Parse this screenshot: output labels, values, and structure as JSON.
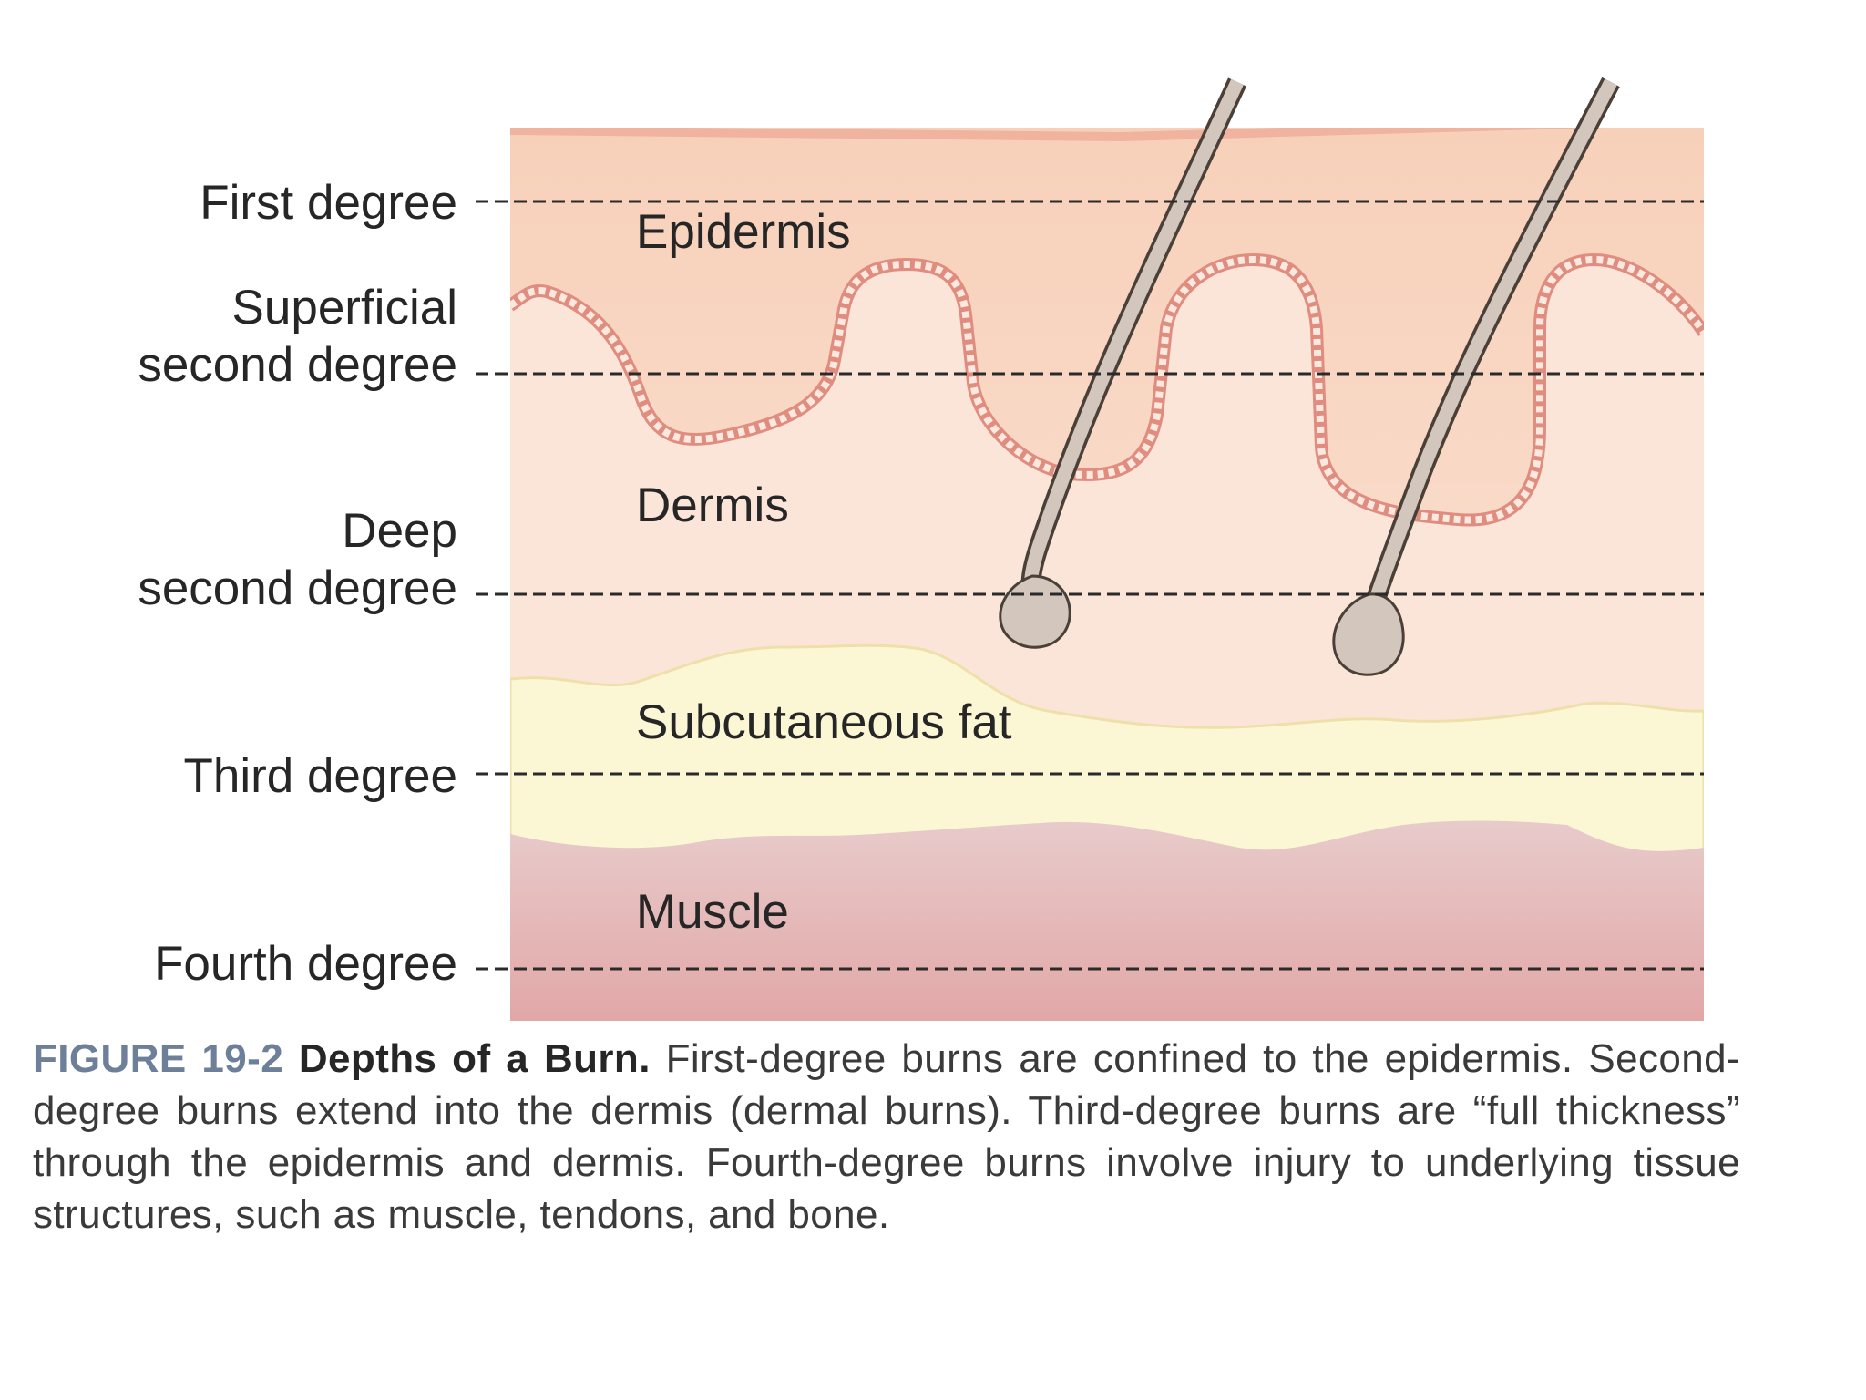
{
  "degree_levels": {
    "first": [
      "First degree"
    ],
    "superficial_second": [
      "Superficial",
      "second degree"
    ],
    "deep_second": [
      "Deep",
      "second degree"
    ],
    "third": [
      "Third degree"
    ],
    "fourth": [
      "Fourth degree"
    ]
  },
  "layers": {
    "epidermis": "Epidermis",
    "dermis": "Dermis",
    "subcutaneous_fat": "Subcutaneous fat",
    "muscle": "Muscle"
  },
  "caption": {
    "figure_number": "FIGURE 19-2",
    "title": "Depths of a Burn.",
    "text": "First-degree burns are confined to the epidermis. Second-degree burns extend into the dermis (dermal burns). Third-degree burns are “full thickness” through the epidermis and dermis. Fourth-degree burns involve injury to underlying tissue structures, such as muscle, tendons, and bone."
  },
  "colors": {
    "skin_surface": "#f0b3a0",
    "epidermis": "#f8d4bf",
    "dermis": "#fbe5d8",
    "papillae_outline": "#e08d80",
    "subcutaneous_fat": "#fbf6d4",
    "muscle": "#e8c0c0",
    "hair": "#d3c6bd",
    "figure_label": "#6e7f9a"
  }
}
